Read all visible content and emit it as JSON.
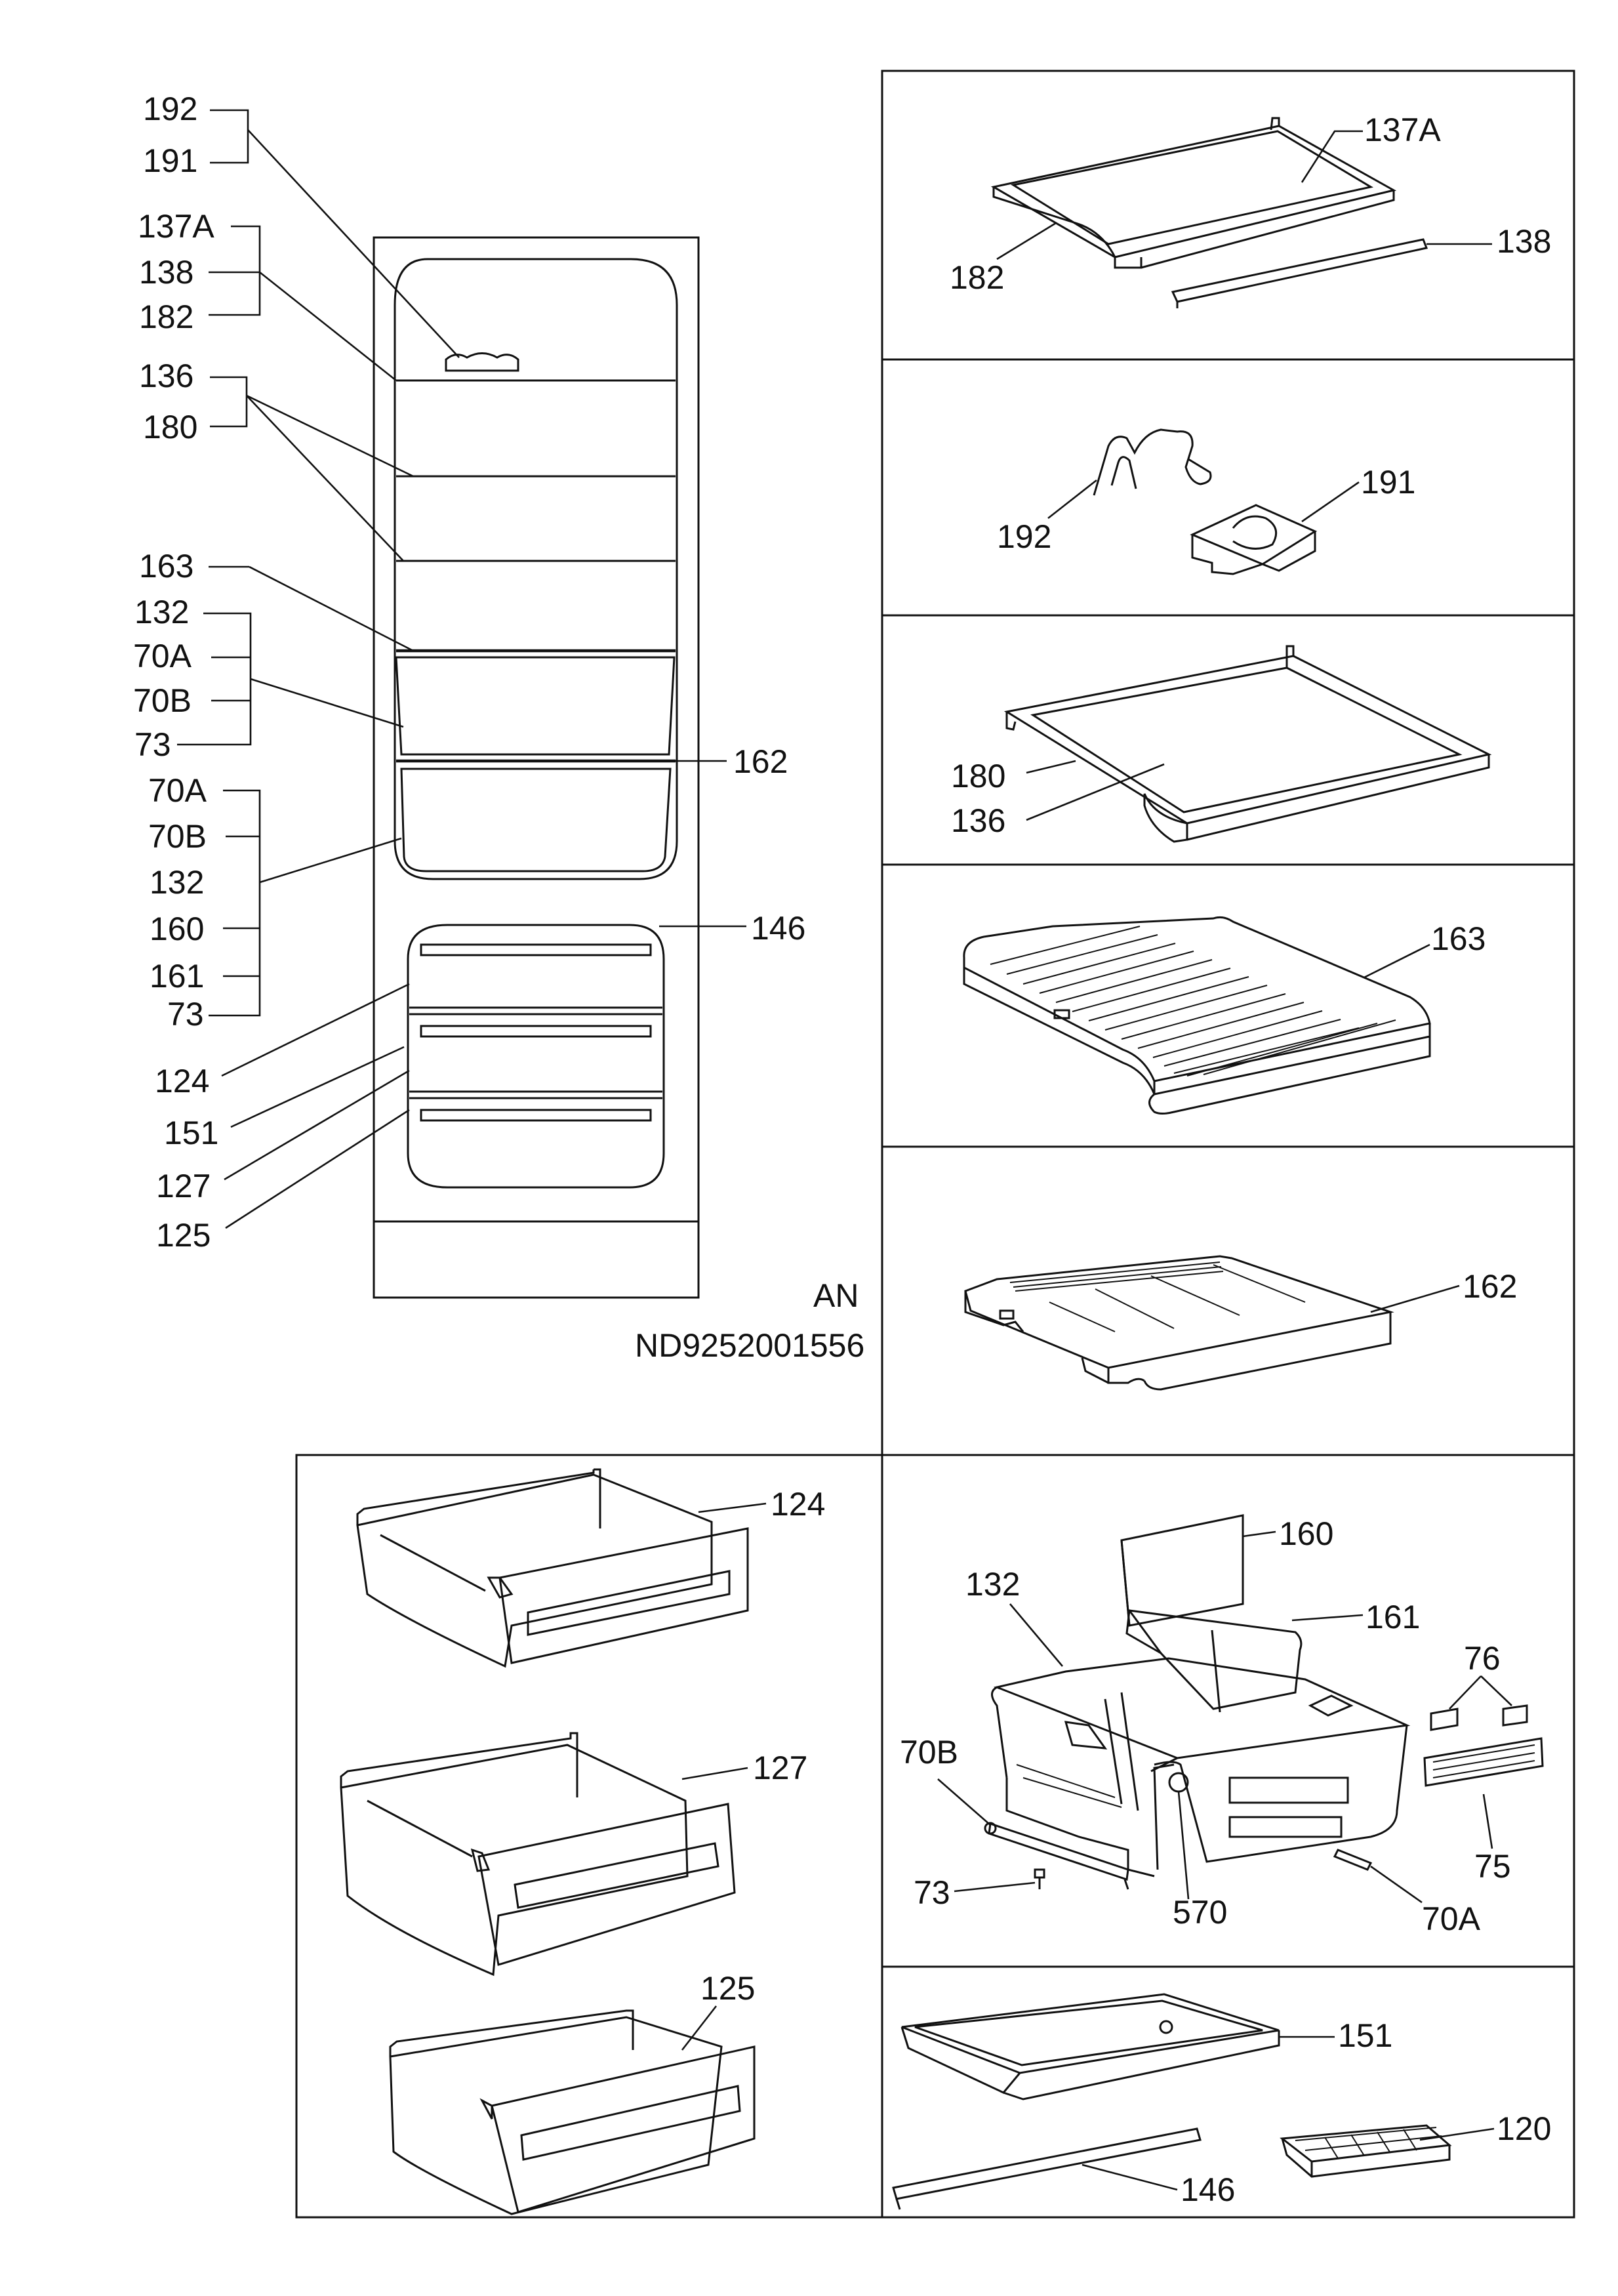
{
  "labels": {
    "fridge": {
      "l192": "192",
      "l191": "191",
      "l137A": "137A",
      "l138": "138",
      "l182": "182",
      "l136": "136",
      "l180": "180",
      "l163": "163",
      "l132a": "132",
      "l70Aa": "70A",
      "l70Ba": "70B",
      "l73a": "73",
      "l162": "162",
      "l70Ab": "70A",
      "l70Bb": "70B",
      "l132b": "132",
      "l160": "160",
      "l161": "161",
      "l73b": "73",
      "l146": "146",
      "l124": "124",
      "l151": "151",
      "l127": "127",
      "l125": "125"
    },
    "model": {
      "variant": "AN",
      "code": "ND9252001556"
    },
    "p1": {
      "l137A": "137A",
      "l182": "182",
      "l138": "138"
    },
    "p2": {
      "l192": "192",
      "l191": "191"
    },
    "p3": {
      "l180": "180",
      "l136": "136"
    },
    "p4": {
      "l163": "163"
    },
    "p5": {
      "l162": "162"
    },
    "p6": {
      "l160": "160",
      "l132": "132",
      "l161": "161",
      "l76": "76",
      "l70B": "70B",
      "l73": "73",
      "l570": "570",
      "l70A": "70A",
      "l75": "75"
    },
    "p7": {
      "l151": "151",
      "l120": "120",
      "l146": "146"
    },
    "drawers": {
      "l124": "124",
      "l127": "127",
      "l125": "125"
    }
  }
}
